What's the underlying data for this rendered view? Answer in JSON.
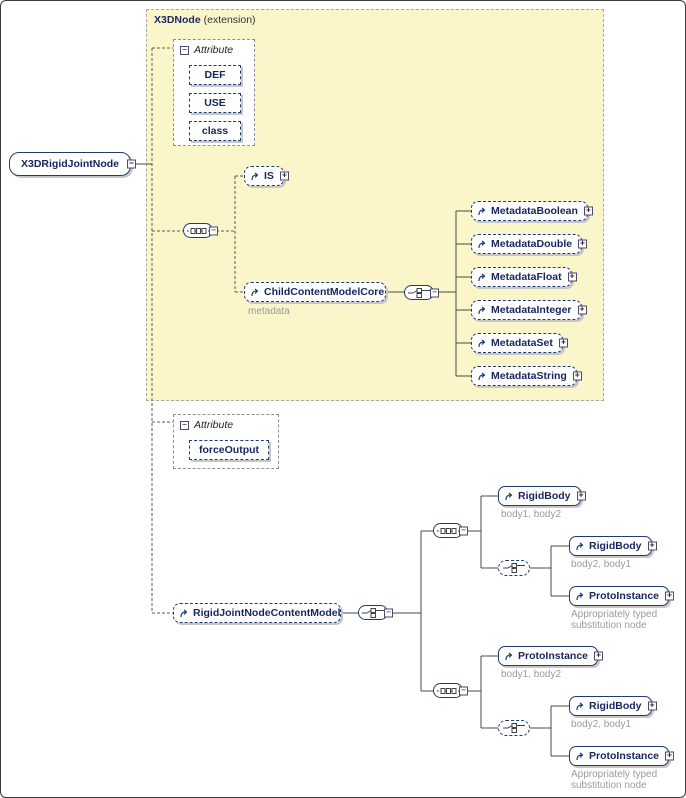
{
  "icons": {
    "plus": "+",
    "minus": "−"
  },
  "colors": {
    "extension_bg": "#fbf6c9",
    "element_border": "#203a74",
    "element_text": "#17255e",
    "annotation_text": "#9b9b9b",
    "connector": "#4a4a4a"
  },
  "extension": {
    "name": "X3DNode",
    "suffix": " (extension)"
  },
  "root": {
    "label": "X3DRigidJointNode"
  },
  "attributes_top": {
    "title": "Attribute",
    "items": [
      {
        "label": "DEF"
      },
      {
        "label": "USE"
      },
      {
        "label": "class"
      }
    ]
  },
  "is_element": {
    "label": "IS"
  },
  "child_content_model": {
    "label": "ChildContentModelCore",
    "annotation": "metadata"
  },
  "metadata_elements": [
    {
      "label": "MetadataBoolean"
    },
    {
      "label": "MetadataDouble"
    },
    {
      "label": "MetadataFloat"
    },
    {
      "label": "MetadataInteger"
    },
    {
      "label": "MetadataSet"
    },
    {
      "label": "MetadataString"
    }
  ],
  "attributes_bottom": {
    "title": "Attribute",
    "items": [
      {
        "label": "forceOutput"
      }
    ]
  },
  "content_model": {
    "label": "RigidJointNodeContentModel"
  },
  "branch_top": {
    "primary": {
      "label": "RigidBody",
      "annotation": "body1, body2"
    },
    "alternatives": [
      {
        "label": "RigidBody",
        "annotation": "body2, body1"
      },
      {
        "label": "ProtoInstance",
        "annotation_line1": "Appropriately typed",
        "annotation_line2": "substitution node"
      }
    ]
  },
  "branch_bottom": {
    "primary": {
      "label": "ProtoInstance",
      "annotation": "body1, body2"
    },
    "alternatives": [
      {
        "label": "RigidBody",
        "annotation": "body2, body1"
      },
      {
        "label": "ProtoInstance",
        "annotation_line1": "Appropriately typed",
        "annotation_line2": "substitution node"
      }
    ]
  }
}
